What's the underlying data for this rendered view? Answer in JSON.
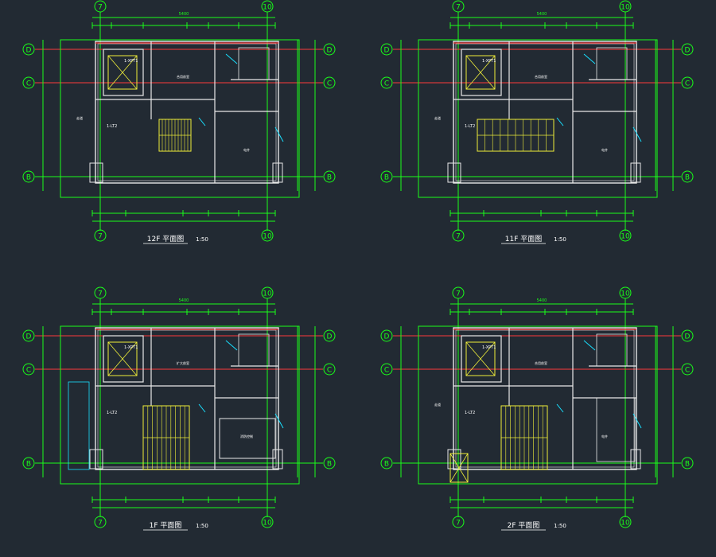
{
  "colors": {
    "background": "#222a33",
    "axis_line": "#ff3b3b",
    "dimension": "#19ff19",
    "wall": "#e8e8e8",
    "stair": "#f0ef3a",
    "text": "#ffffff",
    "cyan": "#18e0ff"
  },
  "plans": [
    {
      "id": "plan-12f",
      "title": "12F 平面图",
      "scale": "1:50",
      "top_axes": [
        "7",
        "10"
      ],
      "side_axes": [
        "D",
        "C",
        "B"
      ],
      "overall_dim": "5400",
      "elevator_tag": "1-XPT1",
      "stair_tag": "1-LT2",
      "room_left": "走道",
      "room_mid": "合用前室",
      "room_right": "电井"
    },
    {
      "id": "plan-11f",
      "title": "11F 平面图",
      "scale": "1:50",
      "top_axes": [
        "7",
        "10"
      ],
      "side_axes": [
        "D",
        "C",
        "B"
      ],
      "overall_dim": "5400",
      "elevator_tag": "1-XPT1",
      "stair_tag": "1-LT2",
      "room_left": "走道",
      "room_mid": "合用前室",
      "room_right": "电井"
    },
    {
      "id": "plan-1f",
      "title": "1F 平面图",
      "scale": "1:50",
      "top_axes": [
        "7",
        "10"
      ],
      "side_axes": [
        "D",
        "C",
        "B"
      ],
      "overall_dim": "5400",
      "elevator_tag": "1-XPT1",
      "stair_tag": "1-LT2",
      "room_left": "",
      "room_mid": "扩大前室",
      "room_right": "消防控制"
    },
    {
      "id": "plan-2f",
      "title": "2F 平面图",
      "scale": "1:50",
      "top_axes": [
        "7",
        "10"
      ],
      "side_axes": [
        "D",
        "C",
        "B"
      ],
      "overall_dim": "5400",
      "elevator_tag": "1-XPT1",
      "stair_tag": "1-LT2",
      "room_left": "走道",
      "room_mid": "合用前室",
      "room_right": "电井"
    }
  ]
}
